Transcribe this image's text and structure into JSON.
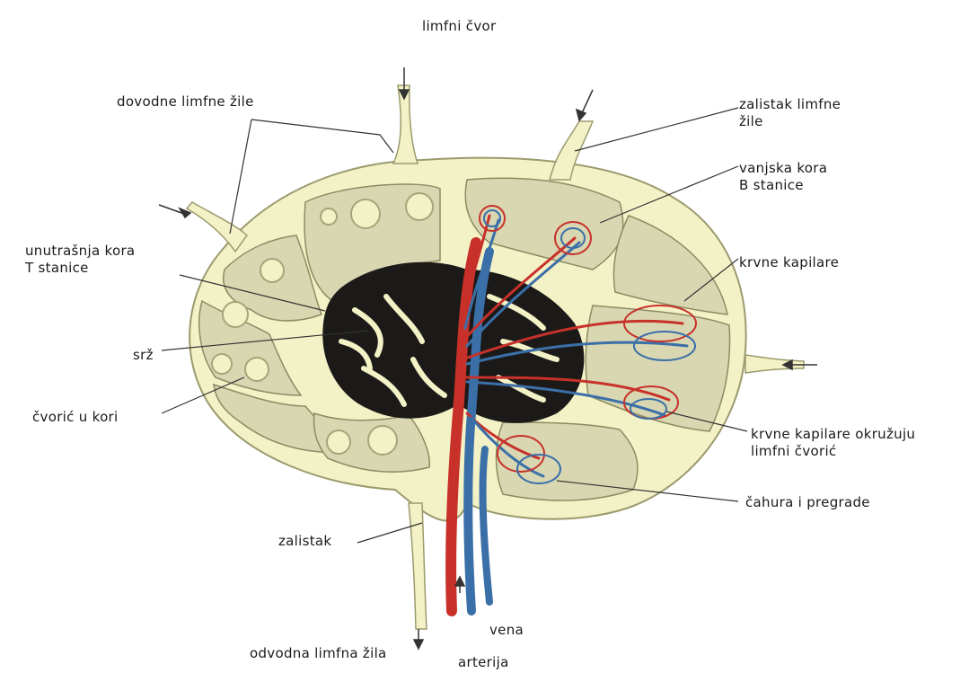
{
  "title": "limfni čvor",
  "labels": {
    "afferent_vessels": "dovodne limfne žile",
    "valve_lymph_vessel": [
      "zalistak limfne",
      "žile"
    ],
    "outer_cortex": [
      "vanjska kora",
      "B  stanice"
    ],
    "inner_cortex": [
      "unutrašnja kora",
      "T  stanice"
    ],
    "blood_capillaries": "krvne kapilare",
    "medulla": "srž",
    "cortical_nodule": "čvorić u kori",
    "capillaries_surround_nodule": [
      "krvne kapilare okružuju",
      "limfni čvorić"
    ],
    "capsule_septa": "čahura i pregrade",
    "valve": "zalistak",
    "vein": "vena",
    "efferent_vessel": "odvodna limfna žila",
    "artery": "arterija"
  },
  "colors": {
    "tissue_outline": "#f3f2c6",
    "cortex_fill": "#d8d7b2",
    "medulla": "#1c1a18",
    "artery": "#c8312a",
    "vein": "#3a6fa8",
    "leader_line": "#333333"
  }
}
